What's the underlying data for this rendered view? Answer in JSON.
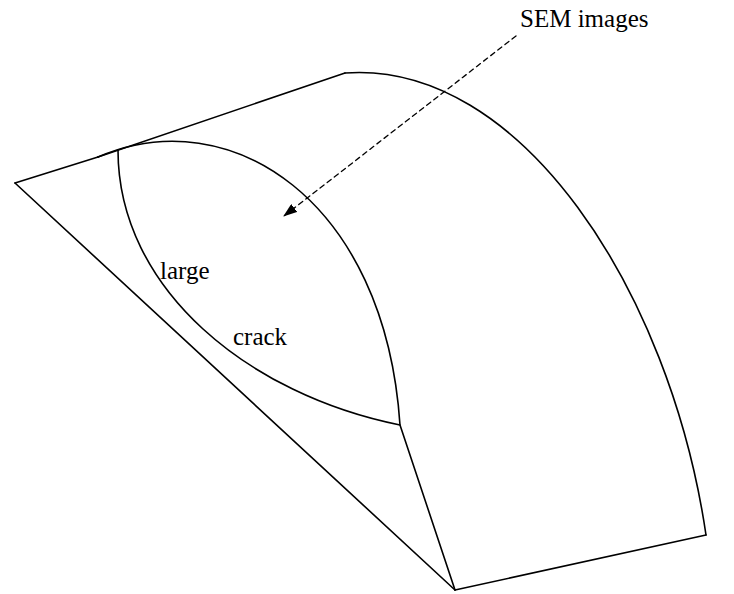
{
  "diagram": {
    "labels": [
      "SEM images",
      "large",
      "crack"
    ]
  }
}
